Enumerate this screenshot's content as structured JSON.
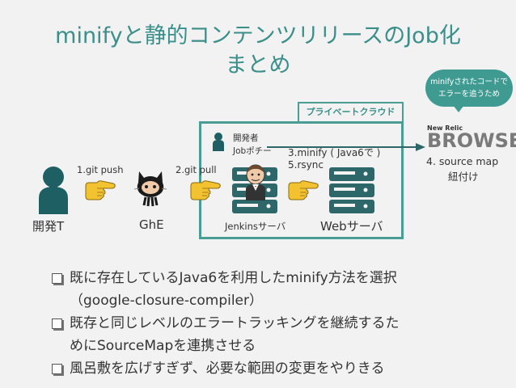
{
  "title": {
    "line1": "minifyと静的コンテンツリリースのJob化",
    "line2": "まとめ"
  },
  "callout": {
    "line1": "minifyされたコードで",
    "line2": "エラーを追うため"
  },
  "cloud": {
    "label": "プライベートクラウド"
  },
  "nodes": {
    "dev_team": "開発T",
    "ghe": "GhE",
    "jenkins": "Jenkinsサーバ",
    "web": "Webサーバ",
    "developer_line1": "開発者",
    "developer_line2": "Jobポチー"
  },
  "steps": {
    "s1": "1.git push",
    "s2": "2.git pull",
    "s3_line1": "3.minify ( Java6で )",
    "s3_line2": "5.rsync",
    "s4_line1": "4. source map",
    "s4_line2": "紐付け"
  },
  "newrelic": {
    "small": "New Relic",
    "big": "BROWSER"
  },
  "bullets": [
    "既に存在しているJava6を利用したminify方法を選択",
    "（google-closure-compiler）",
    "既存と同じレベルのエラートラッキングを継続するた",
    "めにSourceMapを連携させる",
    "風呂敷を広げすぎず、必要な範囲の変更をやりきる"
  ],
  "colors": {
    "accent": "#3a8f8a",
    "border": "#4a9d94",
    "hand": "#f2c230",
    "person": "#1d5f63",
    "server": "#2e6769"
  },
  "icons": {
    "person": "person-icon",
    "hand": "pointing-hand-icon",
    "github": "octocat-icon",
    "jenkins": "jenkins-icon",
    "server": "server-stack-icon"
  }
}
